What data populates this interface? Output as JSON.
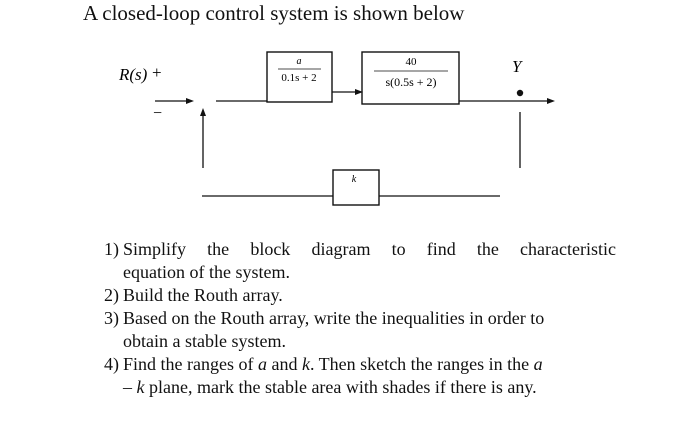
{
  "title": "A closed-loop control system is shown below",
  "diagram": {
    "input_label": "R(s)",
    "plus_sign": "+",
    "minus_sign": "−",
    "output_label": "Y",
    "block1": {
      "num": "a",
      "den": "0.1s + 2"
    },
    "block2": {
      "num": "40",
      "den": "s(0.5s + 2)"
    },
    "feedback_block": "k"
  },
  "questions": [
    {
      "num": "1)",
      "line1": "Simplify the block diagram to find the characteristic",
      "line2": "equation of the system."
    },
    {
      "num": "2)",
      "line1": "Build the Routh array."
    },
    {
      "num": "3)",
      "line1": "Based on the Routh array, write the inequalities in order to",
      "line2": "obtain a stable system."
    },
    {
      "num": "4)",
      "line1_a": "Find the ranges of ",
      "var_a": "a",
      "line1_b": " and ",
      "var_k": "k",
      "line1_c": ". Then sketch the ranges in the ",
      "var_a2": "a",
      "line2_a": "– ",
      "var_k2": "k",
      "line2_b": " plane, mark the stable area with shades if there is any."
    }
  ]
}
